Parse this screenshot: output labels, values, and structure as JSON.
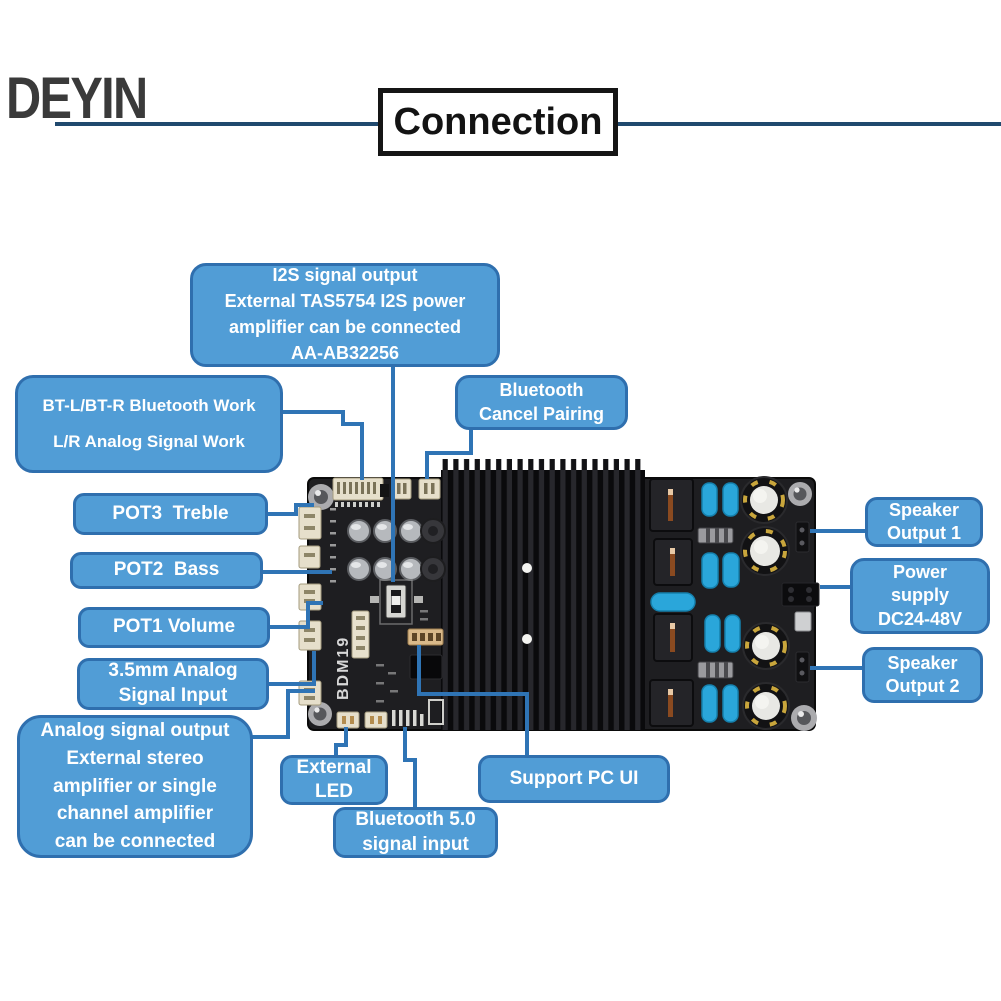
{
  "brand": "DEYIN",
  "title": "Connection",
  "board": {
    "silkscreen": "BDM19"
  },
  "callouts": {
    "i2s": {
      "lines": [
        "I2S signal output",
        "External TAS5754 I2S power",
        "amplifier can be connected",
        "AA-AB32256"
      ]
    },
    "btwork": {
      "lines": [
        "BT-L/BT-R Bluetooth Work",
        "L/R Analog Signal Work"
      ]
    },
    "cancel": {
      "lines": [
        "Bluetooth",
        "Cancel Pairing"
      ]
    },
    "pot3": {
      "lines": [
        "POT3  Treble"
      ]
    },
    "pot2": {
      "lines": [
        "POT2  Bass"
      ]
    },
    "pot1": {
      "lines": [
        "POT1 Volume"
      ]
    },
    "in35": {
      "lines": [
        "3.5mm Analog",
        "Signal Input"
      ]
    },
    "aout": {
      "lines": [
        "Analog signal output",
        "External stereo",
        "amplifier or single",
        "channel amplifier",
        "can be connected"
      ]
    },
    "led": {
      "lines": [
        "External",
        "LED"
      ]
    },
    "bt5": {
      "lines": [
        "Bluetooth 5.0",
        "signal input"
      ]
    },
    "pcui": {
      "lines": [
        "Support PC UI"
      ]
    },
    "spk1": {
      "lines": [
        "Speaker",
        "Output 1"
      ]
    },
    "pwr": {
      "lines": [
        "Power",
        "supply",
        "DC24-48V"
      ]
    },
    "spk2": {
      "lines": [
        "Speaker",
        "Output 2"
      ]
    }
  },
  "colors": {
    "callout_fill": "#519dd6",
    "callout_border": "#2f6fae",
    "callout_text": "#ffffff",
    "line_color": "#2f74b5",
    "rule_color": "#20496e",
    "title_text": "#131313",
    "brand_text": "#3a3a3a",
    "pcb_color": "#1e1e21",
    "cap_blue": "#2aa6da",
    "cap_gold": "#c9a63c"
  }
}
